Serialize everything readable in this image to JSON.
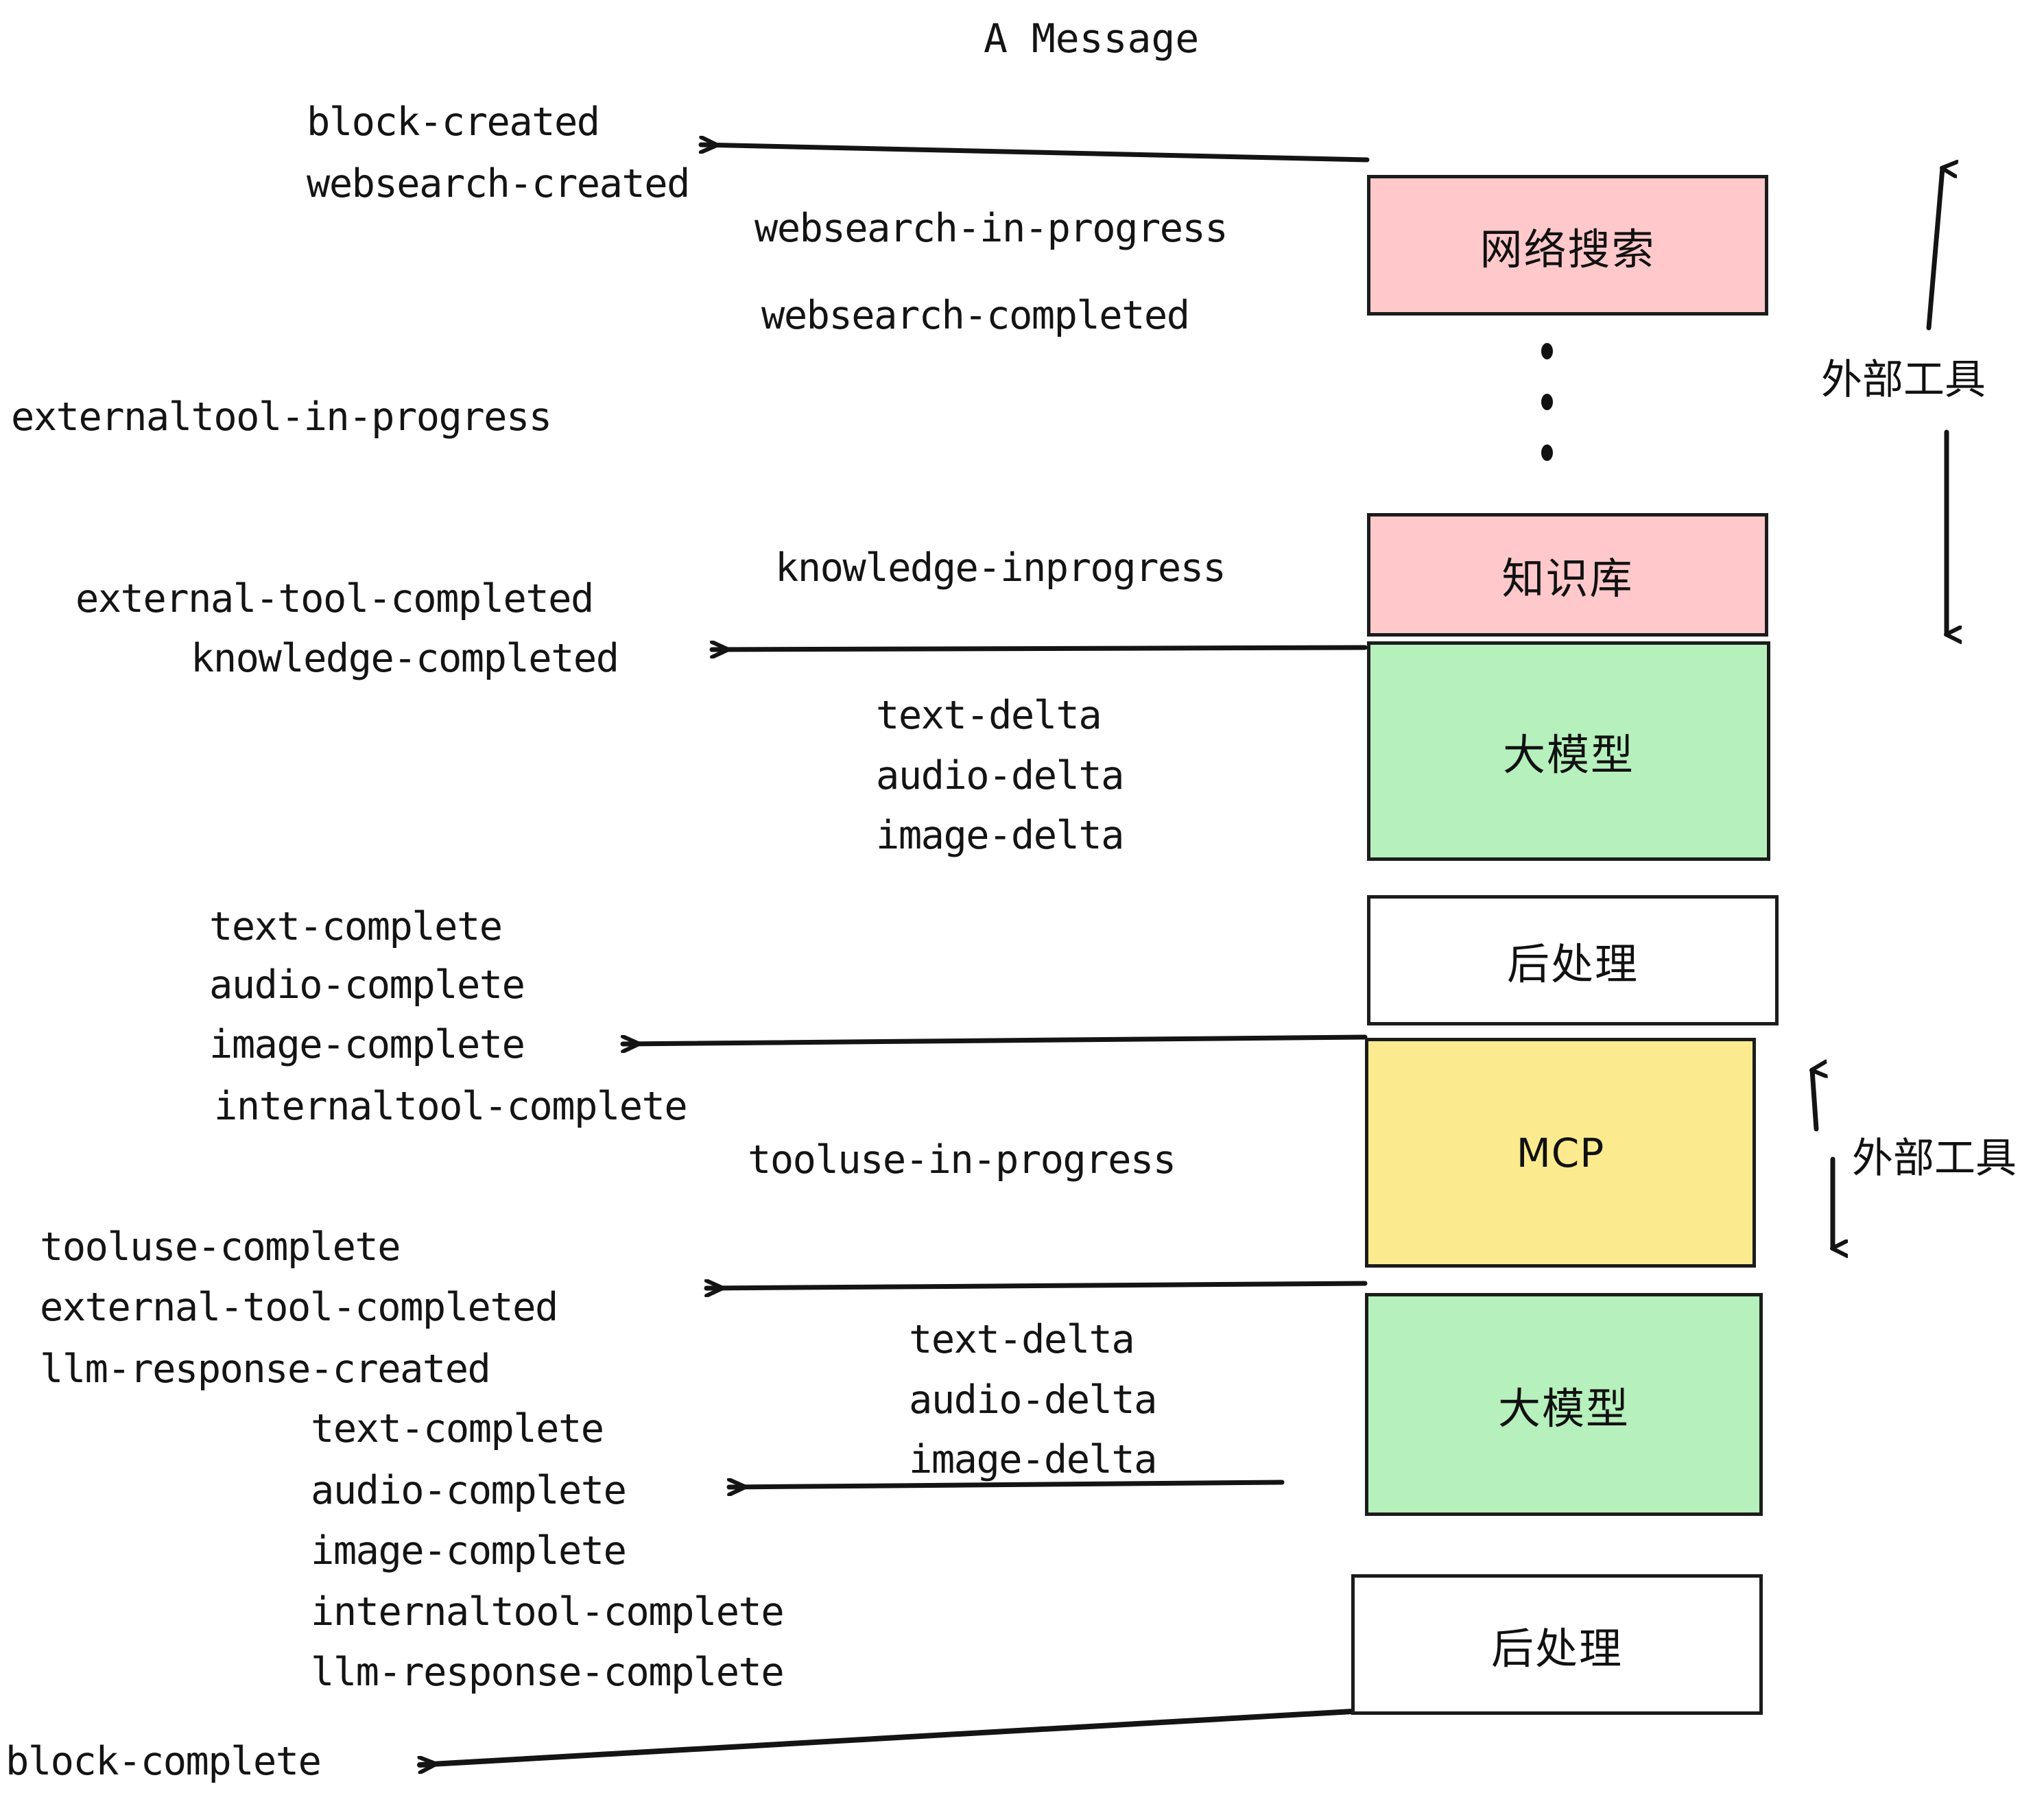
{
  "title": "A Message",
  "colors": {
    "pink": "#ffc9cb",
    "green": "#b6f0bc",
    "yellow": "#fceb8e",
    "white": "#ffffff",
    "stroke": "#1c1c1c",
    "text": "#141414"
  },
  "boxes": [
    {
      "id": "websearch",
      "label": "网络搜索",
      "fill": "#ffc9cb",
      "latin": false
    },
    {
      "id": "knowledge",
      "label": "知识库",
      "fill": "#ffc9cb",
      "latin": false
    },
    {
      "id": "llm-1",
      "label": "大模型",
      "fill": "#b6f0bc",
      "latin": false
    },
    {
      "id": "postprocess-1",
      "label": "后处理",
      "fill": "#ffffff",
      "latin": false
    },
    {
      "id": "mcp",
      "label": "MCP",
      "fill": "#fceb8e",
      "latin": true
    },
    {
      "id": "llm-2",
      "label": "大模型",
      "fill": "#b6f0bc",
      "latin": false
    },
    {
      "id": "postprocess-2",
      "label": "后处理",
      "fill": "#ffffff",
      "latin": false
    }
  ],
  "side_labels": [
    {
      "id": "external-tools-top",
      "text": "外部工具"
    },
    {
      "id": "external-tools-bottom",
      "text": "外部工具"
    }
  ],
  "events": [
    {
      "id": "block-created",
      "text": "block-created"
    },
    {
      "id": "websearch-created",
      "text": "websearch-created"
    },
    {
      "id": "websearch-in-progress",
      "text": "websearch-in-progress"
    },
    {
      "id": "websearch-completed",
      "text": "websearch-completed"
    },
    {
      "id": "externaltool-in-progress",
      "text": "externaltool-in-progress"
    },
    {
      "id": "knowledge-inprogress",
      "text": "knowledge-inprogress"
    },
    {
      "id": "external-tool-completed-1",
      "text": "external-tool-completed"
    },
    {
      "id": "knowledge-completed",
      "text": "knowledge-completed"
    },
    {
      "id": "text-delta-1",
      "text": "text-delta"
    },
    {
      "id": "audio-delta-1",
      "text": "audio-delta"
    },
    {
      "id": "image-delta-1",
      "text": "image-delta"
    },
    {
      "id": "text-complete-1",
      "text": "text-complete"
    },
    {
      "id": "audio-complete-1",
      "text": "audio-complete"
    },
    {
      "id": "image-complete-1",
      "text": "image-complete"
    },
    {
      "id": "internaltool-complete-1",
      "text": "internaltool-complete"
    },
    {
      "id": "tooluse-in-progress",
      "text": "tooluse-in-progress"
    },
    {
      "id": "tooluse-complete",
      "text": "tooluse-complete"
    },
    {
      "id": "external-tool-completed-2",
      "text": "external-tool-completed"
    },
    {
      "id": "llm-response-created",
      "text": "llm-response-created"
    },
    {
      "id": "text-delta-2",
      "text": "text-delta"
    },
    {
      "id": "audio-delta-2",
      "text": "audio-delta"
    },
    {
      "id": "image-delta-2",
      "text": "image-delta"
    },
    {
      "id": "text-complete-2",
      "text": "text-complete"
    },
    {
      "id": "audio-complete-2",
      "text": "audio-complete"
    },
    {
      "id": "image-complete-2",
      "text": "image-complete"
    },
    {
      "id": "internaltool-complete-2",
      "text": "internaltool-complete"
    },
    {
      "id": "llm-response-complete",
      "text": "llm-response-complete"
    },
    {
      "id": "block-complete",
      "text": "block-complete"
    }
  ]
}
